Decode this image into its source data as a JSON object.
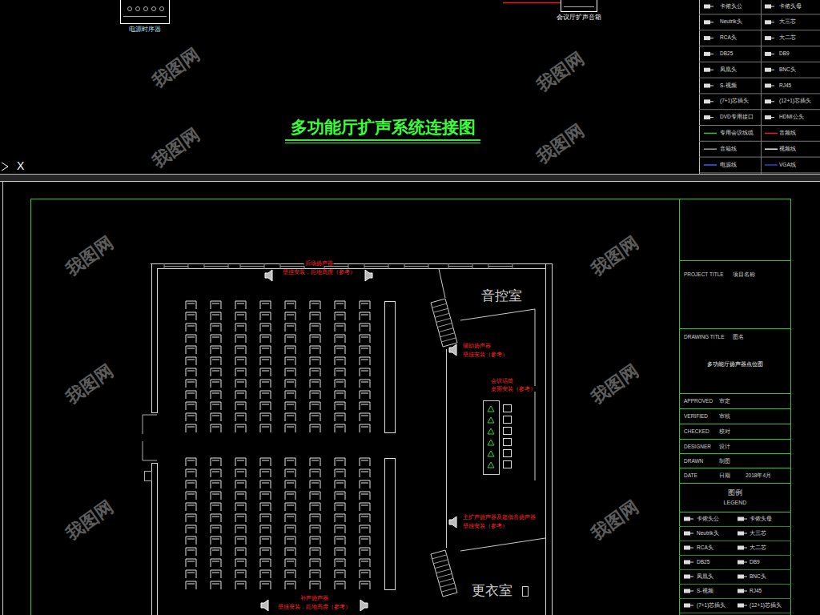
{
  "diagram": {
    "title": "多功能厅扩声系统连接图",
    "nodes": [
      {
        "text": [
          "电源时序器"
        ]
      },
      {
        "text": [
          "会议厅扩声音箱"
        ]
      }
    ],
    "labels": [
      "X",
      "我图网",
      "我图网",
      "我图网",
      "我图网",
      "我图网",
      "我图网",
      "我图网",
      "我图网",
      "我图网",
      "我图网",
      "音控室",
      "更衣室",
      "后场扬声器",
      "壁挂安装，距地高度（参考）",
      "辅助扬声器",
      "壁挂安装（参考）",
      "会议话筒",
      "桌面安装（参考）",
      "主扩声扬声器及超低音扬声器",
      "壁挂安装（参考）",
      "补声扬声器",
      "壁挂安装，距地高度（参考）",
      "PROJECT TITLE",
      "项目名称",
      "DRAWING TITLE",
      "图名",
      "多功能厅扬声器点位图",
      "APPROVED",
      "审定",
      "VERIFIED",
      "审核",
      "CHECKED",
      "校对",
      "DESIGNER",
      "设计",
      "DRAWN",
      "制图",
      "DATE",
      "日期",
      "2018年4月",
      "图例",
      "LEGEND"
    ],
    "legend": [
      {
        "text": "卡侬头公"
      },
      {
        "text": "卡侬头母"
      },
      {
        "text": "Neutrik头"
      },
      {
        "text": "大三芯"
      },
      {
        "text": "RCA头"
      },
      {
        "text": "大二芯"
      },
      {
        "text": "DB25"
      },
      {
        "text": "DB9"
      },
      {
        "text": "凤凰头"
      },
      {
        "text": "BNC头"
      },
      {
        "text": "S-视频"
      },
      {
        "text": "RJ45"
      },
      {
        "text": "(7+1)芯插头"
      },
      {
        "text": "(12+1)芯插头"
      },
      {
        "text": "DVD专用接口"
      },
      {
        "text": "HDMI公头"
      },
      {
        "text": "专用会议线缆"
      },
      {
        "text": "音频线"
      },
      {
        "text": "音箱线"
      },
      {
        "text": "视频线"
      },
      {
        "text": "电源线"
      },
      {
        "text": "VGA线"
      },
      {
        "text": "卡侬头公"
      },
      {
        "text": "卡侬头母"
      },
      {
        "text": "Neutrik头"
      },
      {
        "text": "大三芯"
      },
      {
        "text": "RCA头"
      },
      {
        "text": "大二芯"
      },
      {
        "text": "DB25"
      },
      {
        "text": "DB9"
      },
      {
        "text": "凤凰头"
      },
      {
        "text": "BNC头"
      },
      {
        "text": "S-视频"
      },
      {
        "text": "RJ45"
      },
      {
        "text": "(7+1)芯插头"
      },
      {
        "text": "(12+1)芯插头"
      }
    ]
  }
}
